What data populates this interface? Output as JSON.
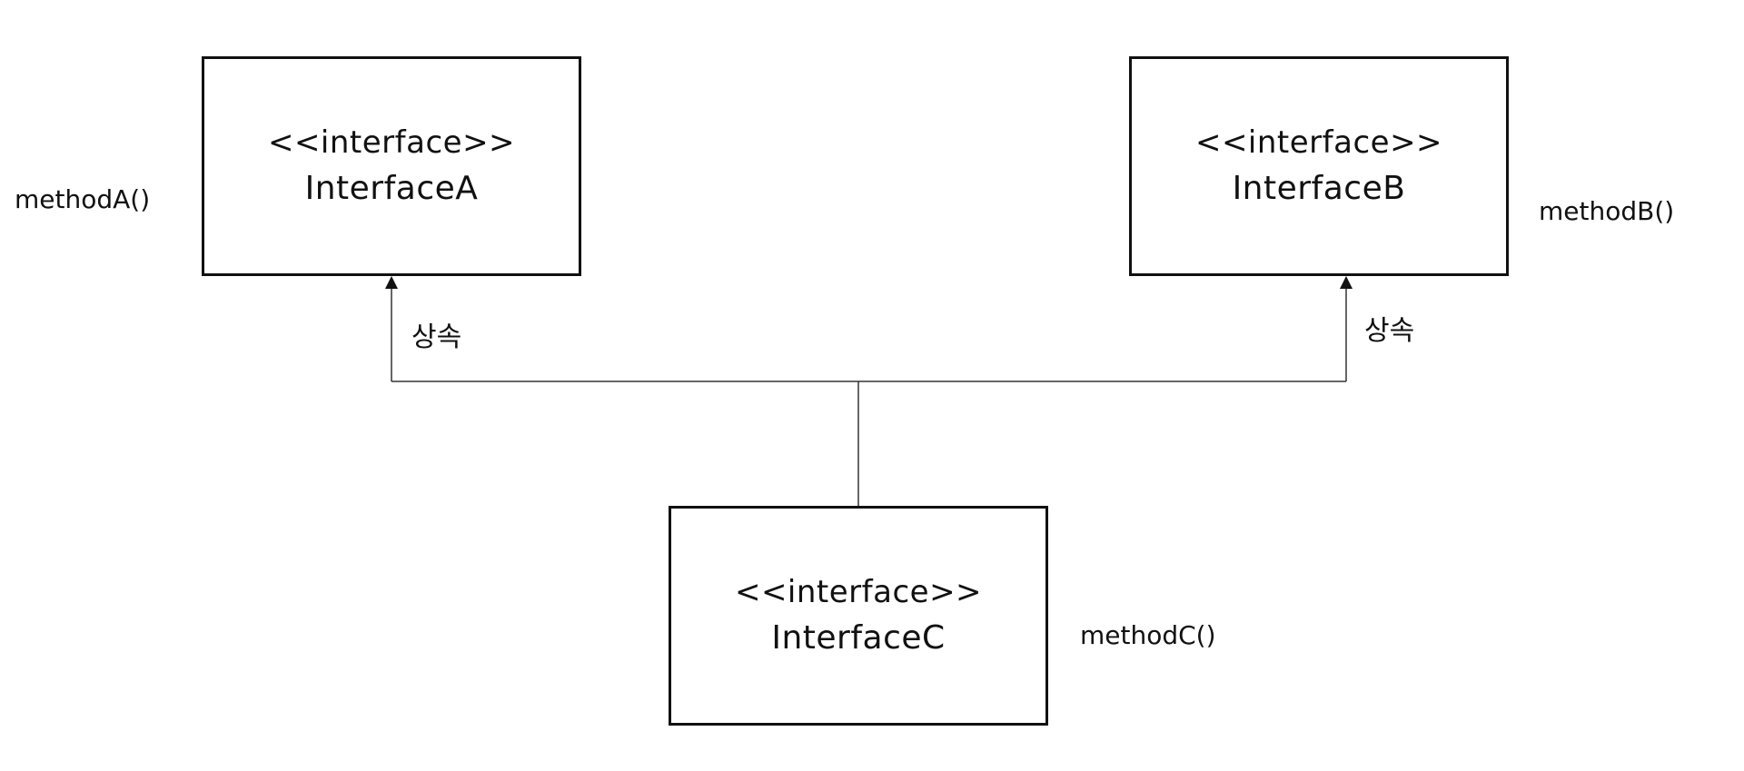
{
  "interfaces": {
    "a": {
      "stereotype": "<<interface>>",
      "name": "InterfaceA",
      "method": "methodA()"
    },
    "b": {
      "stereotype": "<<interface>>",
      "name": "InterfaceB",
      "method": "methodB()"
    },
    "c": {
      "stereotype": "<<interface>>",
      "name": "InterfaceC",
      "method": "methodC()"
    }
  },
  "relations": {
    "c_to_a": "상속",
    "c_to_b": "상속"
  },
  "colors": {
    "stroke": "#111111",
    "background": "#ffffff"
  }
}
